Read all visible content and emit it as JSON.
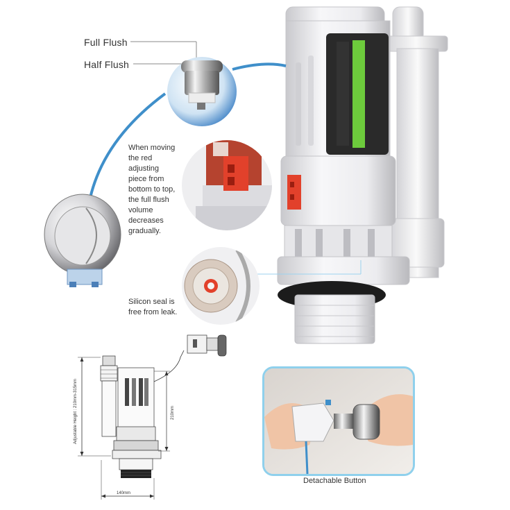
{
  "labels": {
    "full_flush": "Full Flush",
    "half_flush": "Half Flush"
  },
  "notes": {
    "red_piece": [
      "When moving",
      "the red",
      "adjusting",
      "piece from",
      "bottom to top,",
      "the full flush",
      "volume",
      "decreases",
      "gradually."
    ],
    "silicon_seal": [
      "Silicon seal is",
      "free from leak."
    ]
  },
  "diagram": {
    "adjustable_height": "Adjustable Height : 210mm-315mm",
    "height_210": "210mm",
    "width_140": "140mm"
  },
  "captions": {
    "detachable_button": "Detachable Button"
  },
  "colors": {
    "frame_blue": "#8fd0ec",
    "cable_blue": "#3f8fca",
    "adjuster_red": "#e2412b",
    "window_green": "#6dcb3c",
    "seal_black": "#1c1c1c",
    "body_white": "#f2f2f4"
  }
}
